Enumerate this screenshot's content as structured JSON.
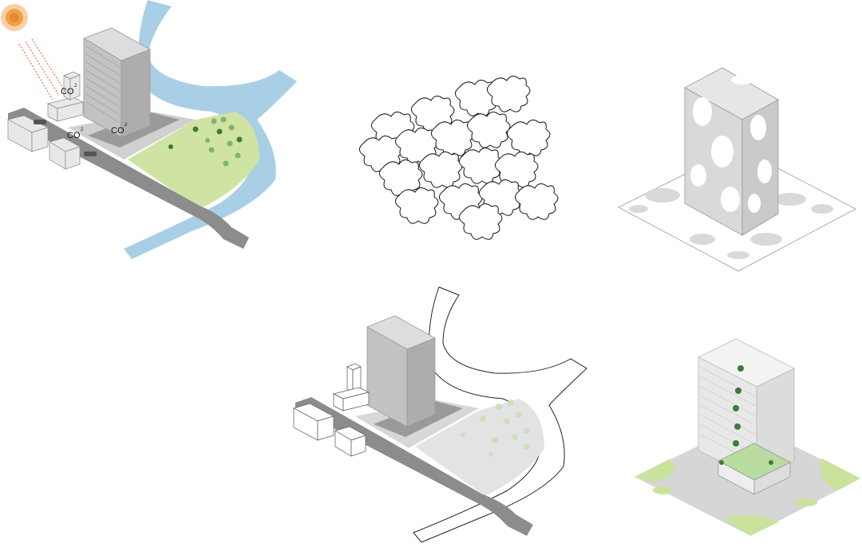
{
  "labels": {
    "co2_a": "CO",
    "co2_a_sup": "2",
    "co2_b": "CO",
    "co2_b_sup": "2",
    "co2_c": "CO",
    "co2_c_sup": "2"
  },
  "colors": {
    "river": "#a9cfe6",
    "park": "#cfe3a3",
    "tree": "#7fb56a",
    "tree_dark": "#3f7b3a",
    "building": "#cfcdcd",
    "building_dark": "#a9a7a7",
    "road": "#8c8c8c",
    "sun": "#f4a460",
    "site_grey": "#e3e3e3",
    "leaf_ground": "#d9d9d9"
  },
  "icons": [
    "sun-icon",
    "car-icon",
    "tree-icon",
    "leaf-icon"
  ]
}
